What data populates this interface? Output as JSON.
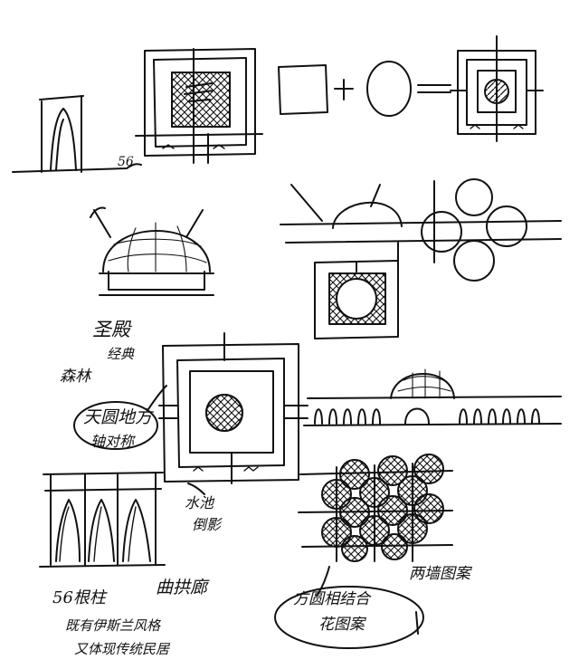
{
  "notes": {
    "n56": "56",
    "shengdian": "圣殿",
    "gudian": "经典",
    "senlin": "森林",
    "tianyuan_difang": "天圆地方",
    "zhouzhou": "轴对称",
    "shuichi": "水池",
    "daoying": "倒影",
    "zhuzi": "56根柱",
    "quhuilang": "曲拱廊",
    "yisilan": "既有伊斯兰风格",
    "chuantong": "又体现传统民居",
    "fangyuan": "方圆相结合",
    "huaan": "花图案",
    "liangqiang": "两墙图案"
  }
}
